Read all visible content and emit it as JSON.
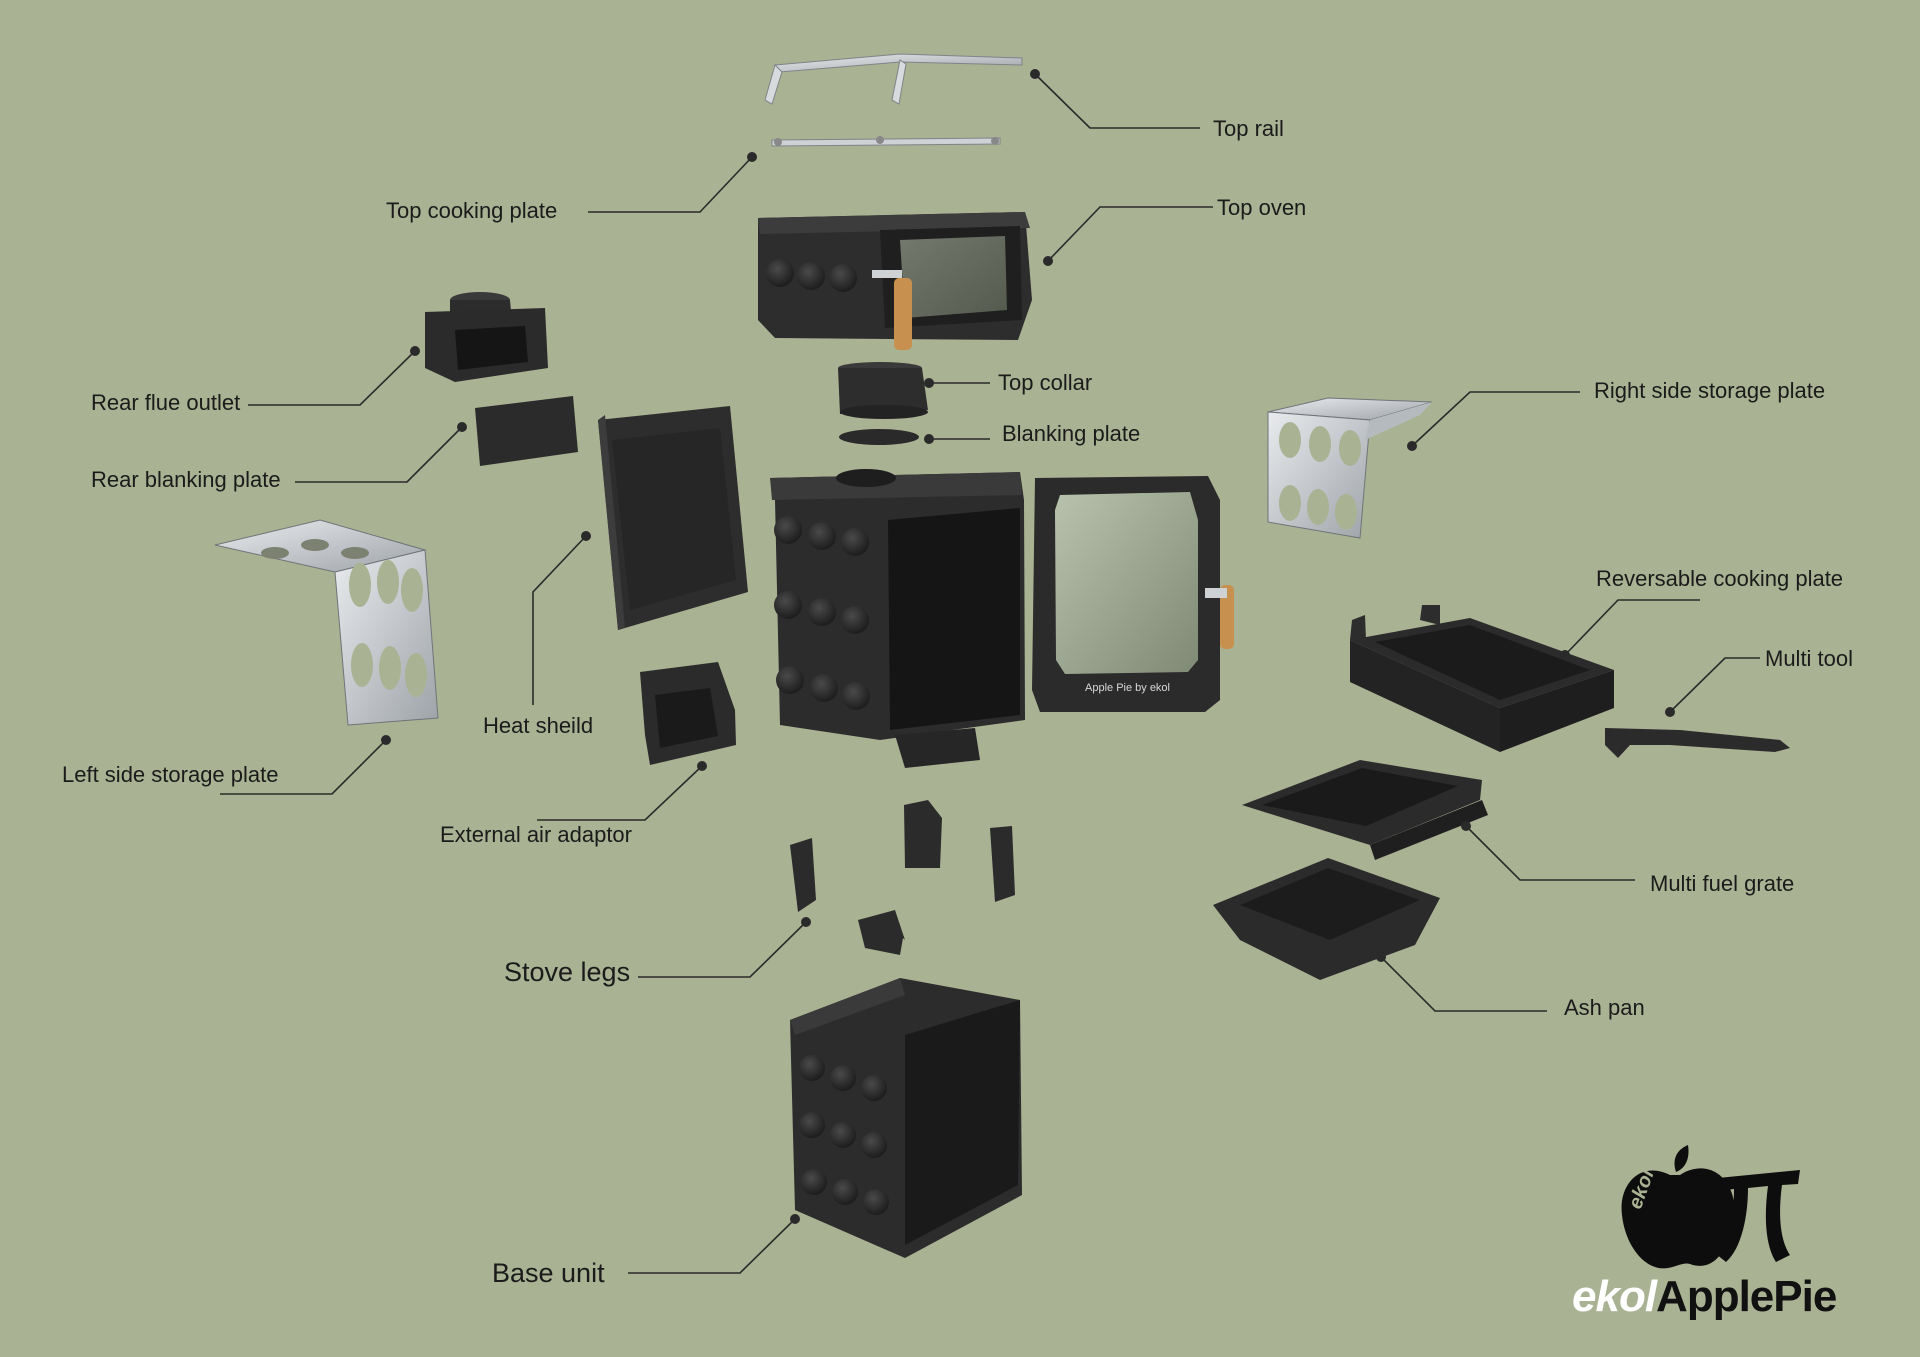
{
  "labels": {
    "top_rail": "Top rail",
    "top_cooking_plate": "Top cooking plate",
    "top_oven": "Top oven",
    "rear_flue_outlet": "Rear flue outlet",
    "top_collar": "Top collar",
    "right_side_storage_plate": "Right side storage plate",
    "blanking_plate": "Blanking plate",
    "rear_blanking_plate": "Rear blanking plate",
    "reversable_cooking_plate": "Reversable cooking plate",
    "multi_tool": "Multi tool",
    "heat_sheild": "Heat sheild",
    "left_side_storage_plate": "Left side storage plate",
    "external_air_adaptor": "External air adaptor",
    "multi_fuel_grate": "Multi fuel grate",
    "stove_legs": "Stove legs",
    "ash_pan": "Ash pan",
    "base_unit": "Base unit"
  },
  "door_badge": "Apple Pie by ekol",
  "brand": {
    "apple_text": "ekol",
    "prefix": "ekol",
    "suffix": "ApplePie"
  },
  "colors": {
    "background": "#a9b293",
    "part_dark": "#2b2b2b",
    "part_mid": "#3a3a3a",
    "steel": "#c9ccd0",
    "wood": "#c8904f",
    "glass": "#a7b29a"
  }
}
